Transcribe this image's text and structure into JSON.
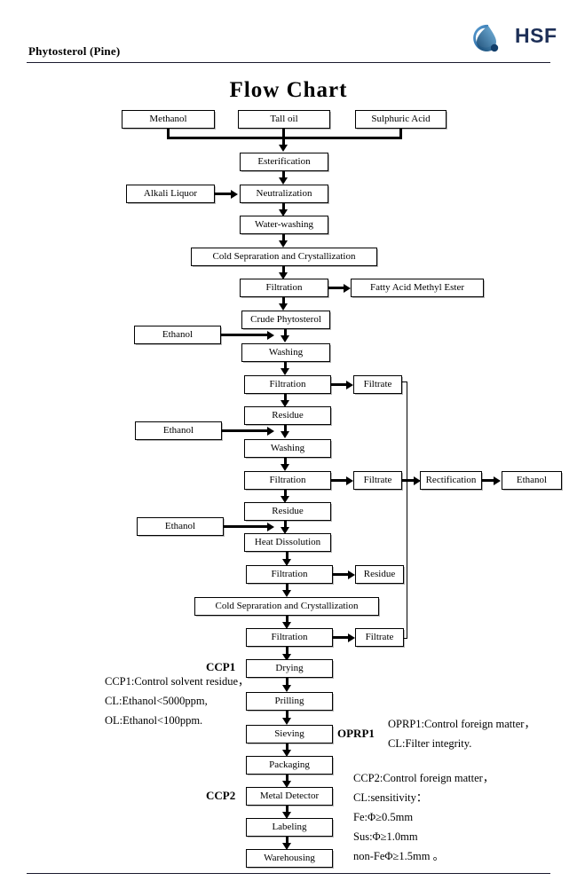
{
  "header": {
    "doc_title": "Phytosterol (Pine)",
    "logo_text": "HSF",
    "logo_icon": "hsf-droplet-circle-logo",
    "brand_color": "#1d2f57",
    "logo_blue": "#2f6fa8"
  },
  "chart_title": "Flow  Chart",
  "nodes": {
    "methanol": "Methanol",
    "tall_oil": "Tall oil",
    "sulphuric_acid": "Sulphuric Acid",
    "esterification": "Esterification",
    "alkali_liquor": "Alkali Liquor",
    "neutralization": "Neutralization",
    "water_washing": "Water-washing",
    "cold_sep_1": "Cold Sepraration and Crystallization",
    "filtration_1": "Filtration",
    "fatty_acid_methyl_ester": "Fatty Acid Methyl Ester",
    "crude_phytosterol": "Crude Phytosterol",
    "ethanol_1": "Ethanol",
    "washing_1": "Washing",
    "filtration_2": "Filtration",
    "filtrate_1": "Filtrate",
    "residue_1": "Residue",
    "ethanol_2": "Ethanol",
    "washing_2": "Washing",
    "filtration_3": "Filtration",
    "filtrate_2": "Filtrate",
    "rectification": "Rectification",
    "ethanol_out": "Ethanol",
    "residue_2": "Residue",
    "ethanol_3": "Ethanol",
    "heat_dissolution": "Heat Dissolution",
    "filtration_4": "Filtration",
    "residue_3": "Residue",
    "cold_sep_2": "Cold Sepraration and Crystallization",
    "filtration_5": "Filtration",
    "filtrate_3": "Filtrate",
    "drying": "Drying",
    "prilling": "Prilling",
    "sieving": "Sieving",
    "packaging": "Packaging",
    "metal_detector": "Metal Detector",
    "labeling": "Labeling",
    "warehousing": "Warehousing"
  },
  "tags": {
    "ccp1": "CCP1",
    "oprp1": "OPRP1",
    "ccp2": "CCP2"
  },
  "notes": {
    "ccp1": [
      "CCP1:Control solvent residue，",
      "CL:Ethanol<5000ppm,",
      "OL:Ethanol<100ppm."
    ],
    "oprp1": [
      "OPRP1:Control foreign matter，",
      "CL:Filter integrity."
    ],
    "ccp2": [
      "CCP2:Control  foreign  matter，",
      "CL:sensitivity：",
      "Fe:Φ≥0.5mm",
      "Sus:Φ≥1.0mm",
      "non-FeΦ≥1.5mm 。"
    ]
  }
}
